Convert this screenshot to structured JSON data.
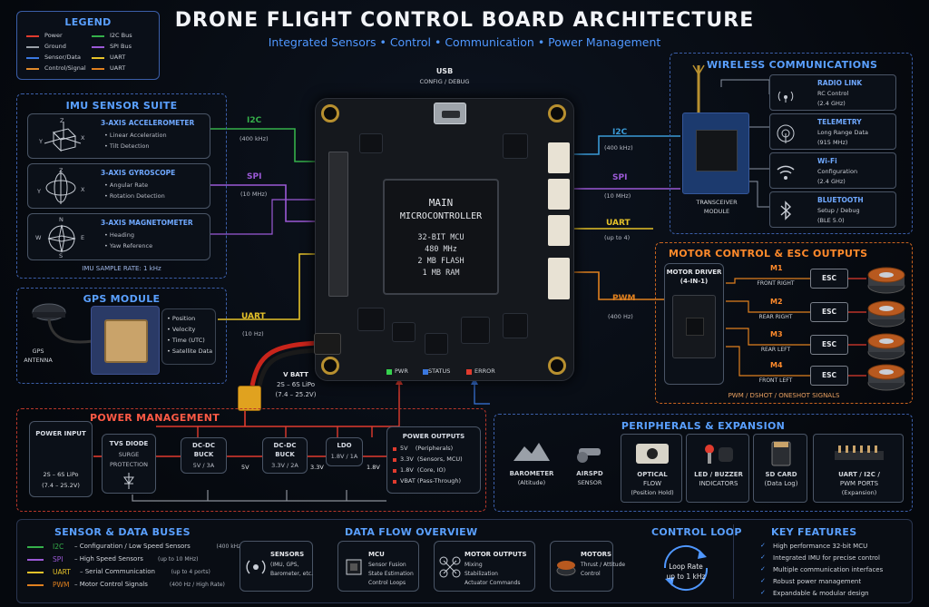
{
  "title": "DRONE FLIGHT CONTROL BOARD ARCHITECTURE",
  "subtitle": "Integrated Sensors  •  Control  •  Communication  •  Power Management",
  "legend": {
    "title": "LEGEND",
    "items": [
      {
        "label": "Power",
        "color": "#e03b2e"
      },
      {
        "label": "Ground",
        "color": "#9aa0a8"
      },
      {
        "label": "Sensor/Data",
        "color": "#3a78e0"
      },
      {
        "label": "Control/Signal",
        "color": "#e08a2b"
      },
      {
        "label": "I2C Bus",
        "color": "#35b04a"
      },
      {
        "label": "SPI Bus",
        "color": "#9b59d6"
      },
      {
        "label": "UART",
        "color": "#e6c229"
      },
      {
        "label": "UART",
        "color": "#e0801f"
      }
    ]
  },
  "usb": {
    "label": "USB",
    "sub": "CONFIG / DEBUG"
  },
  "imu": {
    "title": "IMU SENSOR SUITE",
    "accel": {
      "title": "3-AXIS ACCELEROMETER",
      "l1": "Linear Acceleration",
      "l2": "Tilt Detection"
    },
    "gyro": {
      "title": "3-AXIS GYROSCOPE",
      "l1": "Angular Rate",
      "l2": "Rotation Detection"
    },
    "mag": {
      "title": "3-AXIS MAGNETOMETER",
      "l1": "Heading",
      "l2": "Yaw Reference"
    },
    "rate": "IMU SAMPLE RATE: 1 kHz",
    "axes": {
      "x": "X",
      "y": "Y",
      "z": "Z",
      "n": "N",
      "s": "S",
      "e": "E",
      "w": "W"
    }
  },
  "buses_left": {
    "i2c": {
      "label": "I2C",
      "sub": "(400 kHz)"
    },
    "spi": {
      "label": "SPI",
      "sub": "(10 MHz)"
    },
    "uart": {
      "label": "UART",
      "sub": "(10 Hz)"
    }
  },
  "buses_right": {
    "i2c": {
      "label": "I2C",
      "sub": "(400 kHz)"
    },
    "spi": {
      "label": "SPI",
      "sub": "(10 MHz)"
    },
    "uart": {
      "label": "UART",
      "sub": "(up to 4)"
    },
    "pwm": {
      "label": "PWM",
      "sub": "(400 Hz)"
    }
  },
  "gps": {
    "title": "GPS MODULE",
    "antenna": "GPS\nANTENNA",
    "items": [
      "• Position",
      "• Velocity",
      "• Time (UTC)",
      "• Satellite Data"
    ]
  },
  "mcu": {
    "l1": "MAIN",
    "l2": "MICROCONTROLLER",
    "l3": "32-BIT MCU",
    "l4": "480 MHz",
    "l5": "2 MB FLASH",
    "l6": "1 MB RAM",
    "leds": {
      "pwr": "PWR",
      "status": "STATUS",
      "error": "ERROR"
    }
  },
  "vbatt": {
    "l1": "V BATT",
    "l2": "2S – 6S LiPo",
    "l3": "(7.4 – 25.2V)"
  },
  "wireless": {
    "title": "WIRELESS COMMUNICATIONS",
    "module": "TRANSCEIVER\nMODULE",
    "items": [
      {
        "title": "RADIO LINK",
        "l1": "RC Control",
        "l2": "(2.4 GHz)"
      },
      {
        "title": "TELEMETRY",
        "l1": "Long Range Data",
        "l2": "(915 MHz)"
      },
      {
        "title": "Wi-Fi",
        "l1": "Configuration",
        "l2": "(2.4 GHz)"
      },
      {
        "title": "BLUETOOTH",
        "l1": "Setup / Debug",
        "l2": "(BLE 5.0)"
      }
    ]
  },
  "motor": {
    "title": "MOTOR CONTROL & ESC OUTPUTS",
    "driver": {
      "l1": "MOTOR DRIVER",
      "l2": "(4-IN-1)"
    },
    "motors": [
      {
        "id": "M1",
        "pos": "FRONT RIGHT"
      },
      {
        "id": "M2",
        "pos": "REAR RIGHT"
      },
      {
        "id": "M3",
        "pos": "REAR LEFT"
      },
      {
        "id": "M4",
        "pos": "FRONT LEFT"
      }
    ],
    "esc": "ESC",
    "footer": "PWM / DSHOT / ONESHOT SIGNALS"
  },
  "power": {
    "title": "POWER MANAGEMENT",
    "input": {
      "title": "POWER INPUT",
      "l1": "2S – 6S LiPo",
      "l2": "(7.4 – 25.2V)"
    },
    "tvs": {
      "l1": "TVS DIODE",
      "l2": "SURGE",
      "l3": "PROTECTION"
    },
    "buck1": {
      "l1": "DC-DC",
      "l2": "BUCK",
      "l3": "5V / 3A"
    },
    "buck2": {
      "l1": "DC-DC",
      "l2": "BUCK",
      "l3": "3.3V / 2A"
    },
    "ldo": {
      "l1": "LDO",
      "l2": "1.8V / 1A"
    },
    "v5": "5V",
    "v33": "3.3V",
    "v18": "1.8V",
    "outputs": {
      "title": "POWER OUTPUTS",
      "items": [
        "5V    (Peripherals)",
        "3.3V  (Sensors, MCU)",
        "1.8V  (Core, IO)",
        "VBAT (Pass-Through)"
      ]
    }
  },
  "peripherals": {
    "title": "PERIPHERALS & EXPANSION",
    "items": [
      {
        "l1": "BAROMETER",
        "l2": "(Altitude)"
      },
      {
        "l1": "AIRSPD",
        "l2": "SENSOR"
      },
      {
        "l1": "OPTICAL",
        "l2": "FLOW",
        "l3": "(Position Hold)"
      },
      {
        "l1": "LED / BUZZER",
        "l2": "INDICATORS"
      },
      {
        "l1": "SD CARD",
        "l2": "(Data Log)"
      },
      {
        "l1": "UART / I2C /",
        "l2": "PWM PORTS",
        "l3": "(Expansion)"
      }
    ]
  },
  "bottom": {
    "buses": {
      "title": "SENSOR & DATA BUSES",
      "items": [
        {
          "name": "I2C",
          "desc": "– Configuration / Low Speed Sensors",
          "note": "(400 kHz)",
          "color": "#35b04a"
        },
        {
          "name": "SPI",
          "desc": "– High Speed Sensors",
          "note": "(up to 10 MHz)",
          "color": "#9b59d6"
        },
        {
          "name": "UART",
          "desc": "– Serial Communication",
          "note": "(up to 4 ports)",
          "color": "#e6c229"
        },
        {
          "name": "PWM",
          "desc": "– Motor Control Signals",
          "note": "(400 Hz / High Rate)",
          "color": "#e0801f"
        }
      ]
    },
    "flow": {
      "title": "DATA FLOW OVERVIEW",
      "steps": [
        {
          "title": "SENSORS",
          "l1": "(IMU, GPS,",
          "l2": "Barometer, etc.",
          "l3": ""
        },
        {
          "title": "MCU",
          "l1": "Sensor Fusion",
          "l2": "State Estimation",
          "l3": "Control Loops"
        },
        {
          "title": "MOTOR OUTPUTS",
          "l1": "Mixing",
          "l2": "Stabilization",
          "l3": "Actuator Commands"
        },
        {
          "title": "MOTORS",
          "l1": "Thrust / Attitude",
          "l2": "Control",
          "l3": ""
        }
      ]
    },
    "loop": {
      "title": "CONTROL LOOP",
      "l1": "Loop Rate",
      "l2": "up to 1 kHz"
    },
    "features": {
      "title": "KEY FEATURES",
      "items": [
        "High performance 32-bit MCU",
        "Integrated IMU for precise control",
        "Multiple communication interfaces",
        "Robust power management",
        "Expandable & modular design"
      ]
    }
  }
}
